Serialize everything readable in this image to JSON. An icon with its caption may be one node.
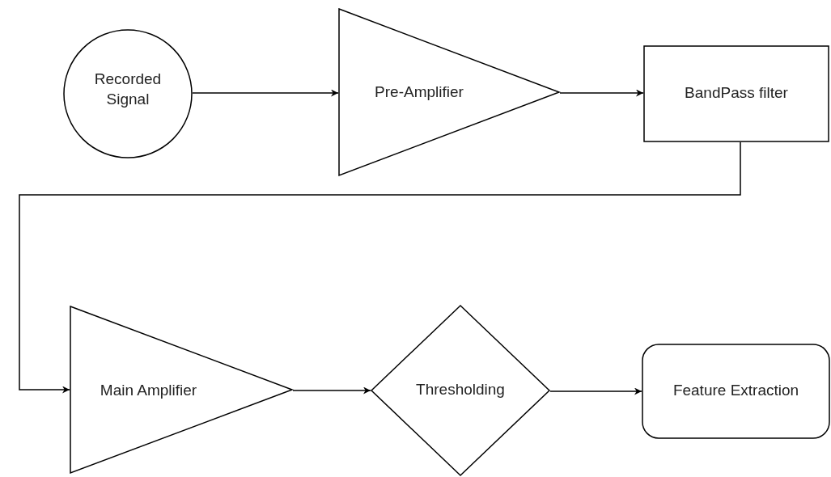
{
  "diagram": {
    "nodes": [
      {
        "text": [
          "Recorded Signal"
        ]
      },
      {
        "text": [
          "Pre-Amplifier"
        ]
      },
      {
        "text": [
          "BandPass filter"
        ]
      },
      {
        "text": [
          "Main Amplifier"
        ]
      },
      {
        "text": [
          "Thresholding"
        ]
      },
      {
        "text": [
          "Feature Extraction"
        ]
      }
    ],
    "edges": [
      {
        "from": 0,
        "to": 1,
        "arrow": "to"
      },
      {
        "from": 1,
        "to": 2,
        "arrow": "to"
      },
      {
        "from": 2,
        "to": 3,
        "arrow": "to"
      },
      {
        "from": 3,
        "to": 4,
        "arrow": "to"
      },
      {
        "from": 4,
        "to": 5,
        "arrow": "to"
      }
    ]
  }
}
